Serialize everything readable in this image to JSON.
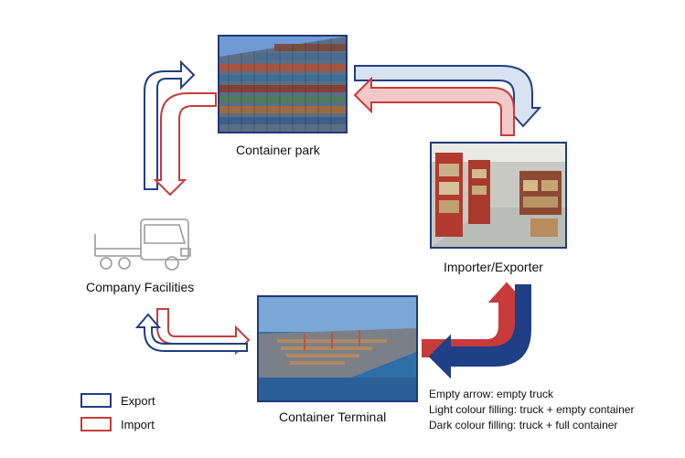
{
  "nodes": {
    "container_park": "Container park",
    "importer_exporter": "Importer/Exporter",
    "company_facilities": "Company Facilities",
    "container_terminal": "Container Terminal"
  },
  "legend": {
    "export": "Export",
    "import": "Import"
  },
  "notes": [
    "Empty arrow: empty truck",
    "Light colour filling: truck + empty container",
    "Dark colour filling: truck + full container"
  ],
  "colors": {
    "export": "#1f3f86",
    "import": "#c83b3b",
    "export_light": "#d7e3f1",
    "import_light": "#f2c8c8"
  }
}
